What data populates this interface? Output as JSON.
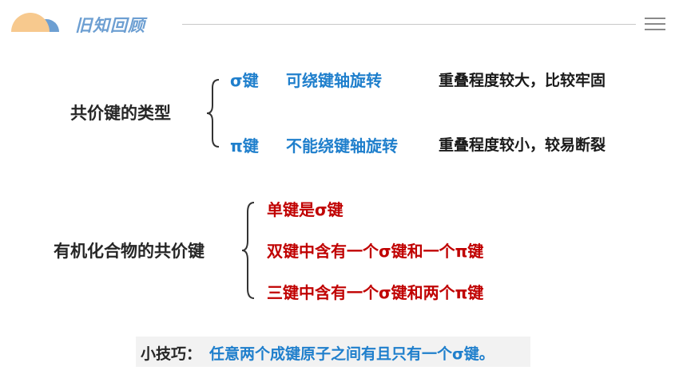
{
  "header": {
    "title": "旧知回顾"
  },
  "colors": {
    "accent_blue": "#1f7fcc",
    "accent_red": "#c00000",
    "logo_orange": "#f7c98e",
    "logo_blue": "#6d9fd2"
  },
  "icons": {
    "menu": "hamburger-menu-icon",
    "logo": "sun-logo-icon"
  },
  "section1": {
    "label": "共价键的类型",
    "rows": [
      {
        "bond": "σ键",
        "rotation": "可绕键轴旋转",
        "overlap": "重叠程度较大，比较牢固"
      },
      {
        "bond": "π键",
        "rotation": "不能绕键轴旋转",
        "overlap": "重叠程度较小，较易断裂"
      }
    ]
  },
  "section2": {
    "label": "有机化合物的共价键",
    "items": [
      "单键是σ键",
      "双键中含有一个σ键和一个π键",
      "三键中含有一个σ键和两个π键"
    ]
  },
  "tip": {
    "label": "小技巧：",
    "text": "任意两个成键原子之间有且只有一个σ键。"
  }
}
